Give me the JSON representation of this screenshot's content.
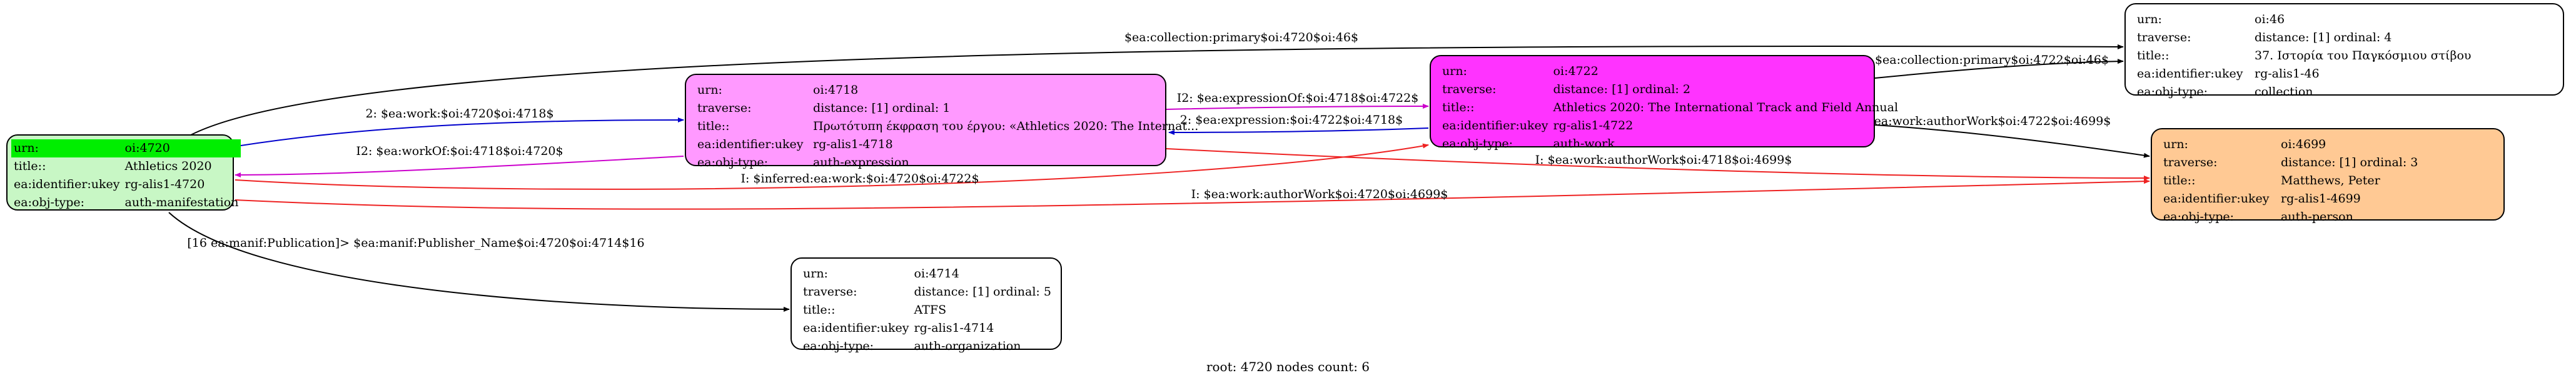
{
  "colors": {
    "blue": "#0000cc",
    "magenta": "#cc00cc",
    "red": "#ee2222",
    "black": "#000000",
    "highlight": "#00ee00"
  },
  "nodes": {
    "n4720": {
      "fill": "#c8f7c5",
      "rows": [
        {
          "k": "urn:",
          "v": "oi:4720"
        },
        {
          "k": "title::",
          "v": "Athletics 2020"
        },
        {
          "k": "ea:identifier:ukey",
          "v": "rg-alis1-4720"
        },
        {
          "k": "ea:obj-type:",
          "v": "auth-manifestation"
        }
      ]
    },
    "n4718": {
      "fill": "#ff99ff",
      "rows": [
        {
          "k": "urn:",
          "v": "oi:4718"
        },
        {
          "k": "traverse:",
          "v": "distance: [1]     ordinal: 1"
        },
        {
          "k": "title::",
          "v": "Πρωτότυπη έκφραση του έργου: «Athletics 2020: The Internat..."
        },
        {
          "k": "ea:identifier:ukey",
          "v": "rg-alis1-4718"
        },
        {
          "k": "ea:obj-type:",
          "v": "auth-expression"
        }
      ]
    },
    "n4722": {
      "fill": "#ff33ff",
      "rows": [
        {
          "k": "urn:",
          "v": "oi:4722"
        },
        {
          "k": "traverse:",
          "v": "distance: [1]     ordinal: 2"
        },
        {
          "k": "title::",
          "v": "Athletics 2020: The International Track and Field Annual"
        },
        {
          "k": "ea:identifier:ukey",
          "v": "rg-alis1-4722"
        },
        {
          "k": "ea:obj-type:",
          "v": "auth-work"
        }
      ]
    },
    "n46": {
      "fill": "#ffffff",
      "rows": [
        {
          "k": "urn:",
          "v": "oi:46"
        },
        {
          "k": "traverse:",
          "v": "distance: [1]     ordinal: 4"
        },
        {
          "k": "title::",
          "v": "37. Ιστορία του Παγκόσμιου στίβου"
        },
        {
          "k": "ea:identifier:ukey",
          "v": "rg-alis1-46"
        },
        {
          "k": "ea:obj-type:",
          "v": "collection"
        }
      ]
    },
    "n4699": {
      "fill": "#ffc994",
      "rows": [
        {
          "k": "urn:",
          "v": "oi:4699"
        },
        {
          "k": "traverse:",
          "v": "distance: [1]     ordinal: 3"
        },
        {
          "k": "title::",
          "v": "Matthews, Peter"
        },
        {
          "k": "ea:identifier:ukey",
          "v": "rg-alis1-4699"
        },
        {
          "k": "ea:obj-type:",
          "v": "auth-person"
        }
      ]
    },
    "n4714": {
      "fill": "#ffffff",
      "rows": [
        {
          "k": "urn:",
          "v": "oi:4714"
        },
        {
          "k": "traverse:",
          "v": "distance: [1]     ordinal: 5"
        },
        {
          "k": "title::",
          "v": "ATFS"
        },
        {
          "k": "ea:identifier:ukey",
          "v": "rg-alis1-4714"
        },
        {
          "k": "ea:obj-type:",
          "v": "auth-organization"
        }
      ]
    }
  },
  "edges": {
    "e1": "$ea:collection:primary$oi:4720$oi:46$",
    "e2": "2: $ea:work:$oi:4720$oi:4718$",
    "e3": "I2: $ea:workOf:$oi:4718$oi:4720$",
    "e4": "I2: $ea:expressionOf:$oi:4718$oi:4722$",
    "e5": "2: $ea:expression:$oi:4722$oi:4718$",
    "e6": "$ea:collection:primary$oi:4722$oi:46$",
    "e7": "$ea:work:authorWork$oi:4722$oi:4699$",
    "e8": "I: $ea:work:authorWork$oi:4718$oi:4699$",
    "e9": "I: $inferred:ea:work:$oi:4720$oi:4722$",
    "e10": "I: $ea:work:authorWork$oi:4720$oi:4699$",
    "e11": "[16 ea:manif:Publication]> $ea:manif:Publisher_Name$oi:4720$oi:4714$16"
  },
  "footer": "root: 4720 nodes count: 6"
}
